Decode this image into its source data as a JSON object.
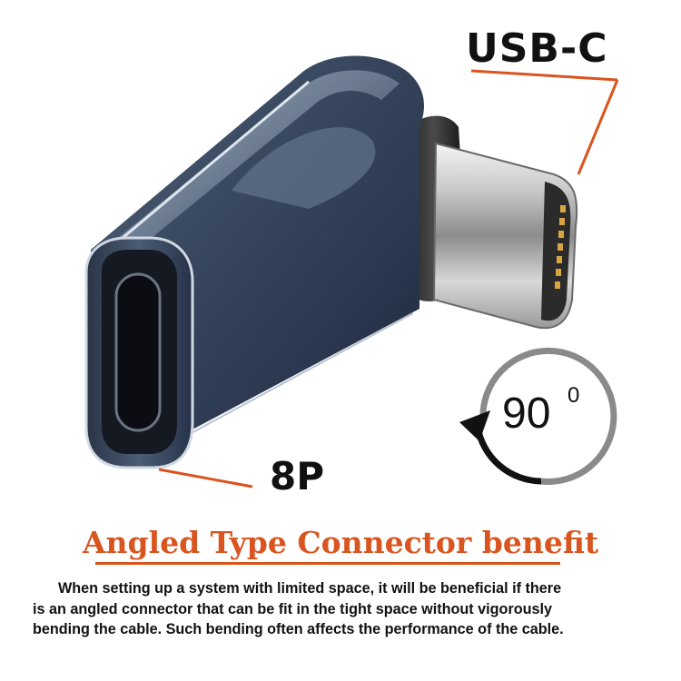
{
  "labels": {
    "usb_c": "USB-C",
    "eight_pin": "8P"
  },
  "rotation_badge": {
    "number": "90",
    "superscript": "0"
  },
  "heading": "Angled Type Connector benefit",
  "paragraph": {
    "line1": "When setting up a system with limited space, it will be beneficial if there",
    "line2": "is an angled connector that can be fit in the tight space without vigorously",
    "line3": "bending the cable. Such bending often affects the performance of the cable."
  },
  "colors": {
    "accent": "#d9541e",
    "text": "#111111",
    "background": "#ffffff"
  }
}
